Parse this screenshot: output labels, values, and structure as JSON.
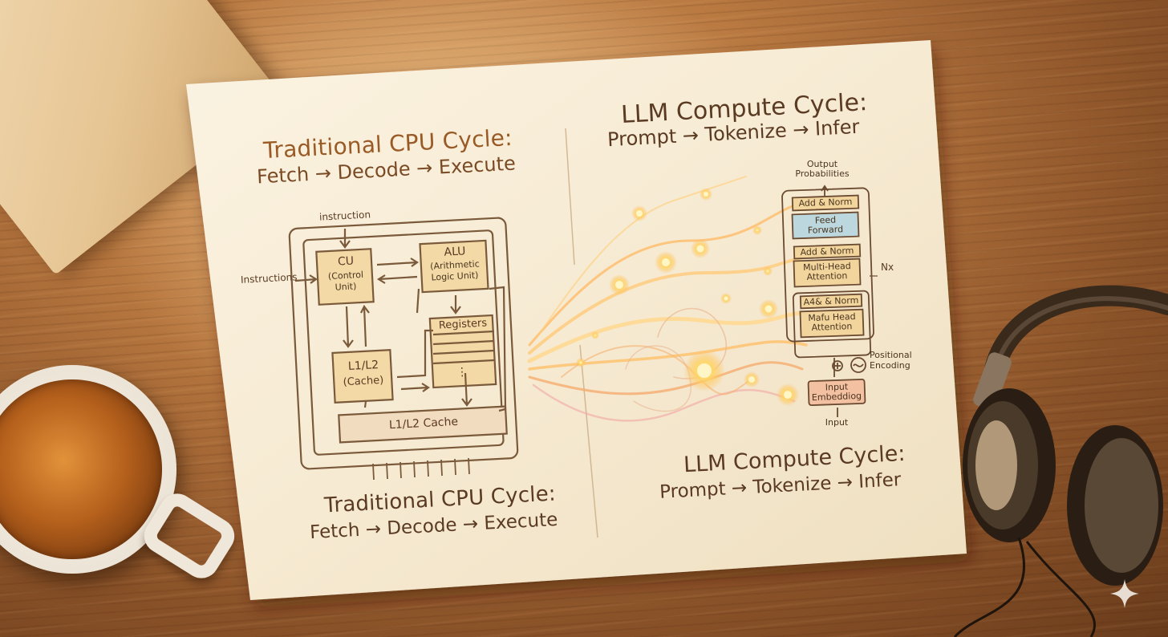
{
  "left_panel": {
    "top_title": "Traditional CPU Cycle:",
    "top_steps": "Fetch → Decode → Execute",
    "bottom_title": "Traditional CPU Cycle:",
    "bottom_steps": "Fetch → Decode → Execute",
    "diagram": {
      "instruction_label": "instruction",
      "instructions_label": "Instructions",
      "cu_title": "CU",
      "cu_sub1": "(Control",
      "cu_sub2": "Unit)",
      "alu_title": "ALU",
      "alu_sub1": "(Arithmetic",
      "alu_sub2": "Logic Unit)",
      "registers_label": "Registers",
      "registers_dots": "⋮",
      "cache_title": "L1/L2",
      "cache_sub": "(Cache)",
      "cache_bar_label": "L1/L2 Cache"
    }
  },
  "right_panel": {
    "top_title": "LLM Compute Cycle:",
    "top_steps": "Prompt → Tokenize → Infer",
    "bottom_title": "LLM Compute Cycle:",
    "bottom_steps": "Prompt → Tokenize → Infer",
    "transformer": {
      "output_label_1": "Output",
      "output_label_2": "Probabilities",
      "block1": "Add & Norm",
      "block2_1": "Feed",
      "block2_2": "Forward",
      "block3": "Add & Norm",
      "block4_1": "Multi-Head",
      "block4_2": "Attention",
      "nx_label": "Nx",
      "block5": "A4& & Norm",
      "block6_1": "Mafu Head",
      "block6_2": "Attention",
      "positional_1": "Positional",
      "positional_2": "Encoding",
      "embedding_1": "Input",
      "embedding_2": "Embeddiog",
      "input_label": "Input"
    }
  },
  "colors": {
    "paper": "#f7ecd6",
    "box_fill": "#f3d9a6",
    "box_stroke": "#7a5a3a",
    "feed_forward_fill": "#bcd8de",
    "attention_fill": "#f2d59c",
    "embedding_fill": "#f4c0a2",
    "glow": "#ffd27a"
  }
}
